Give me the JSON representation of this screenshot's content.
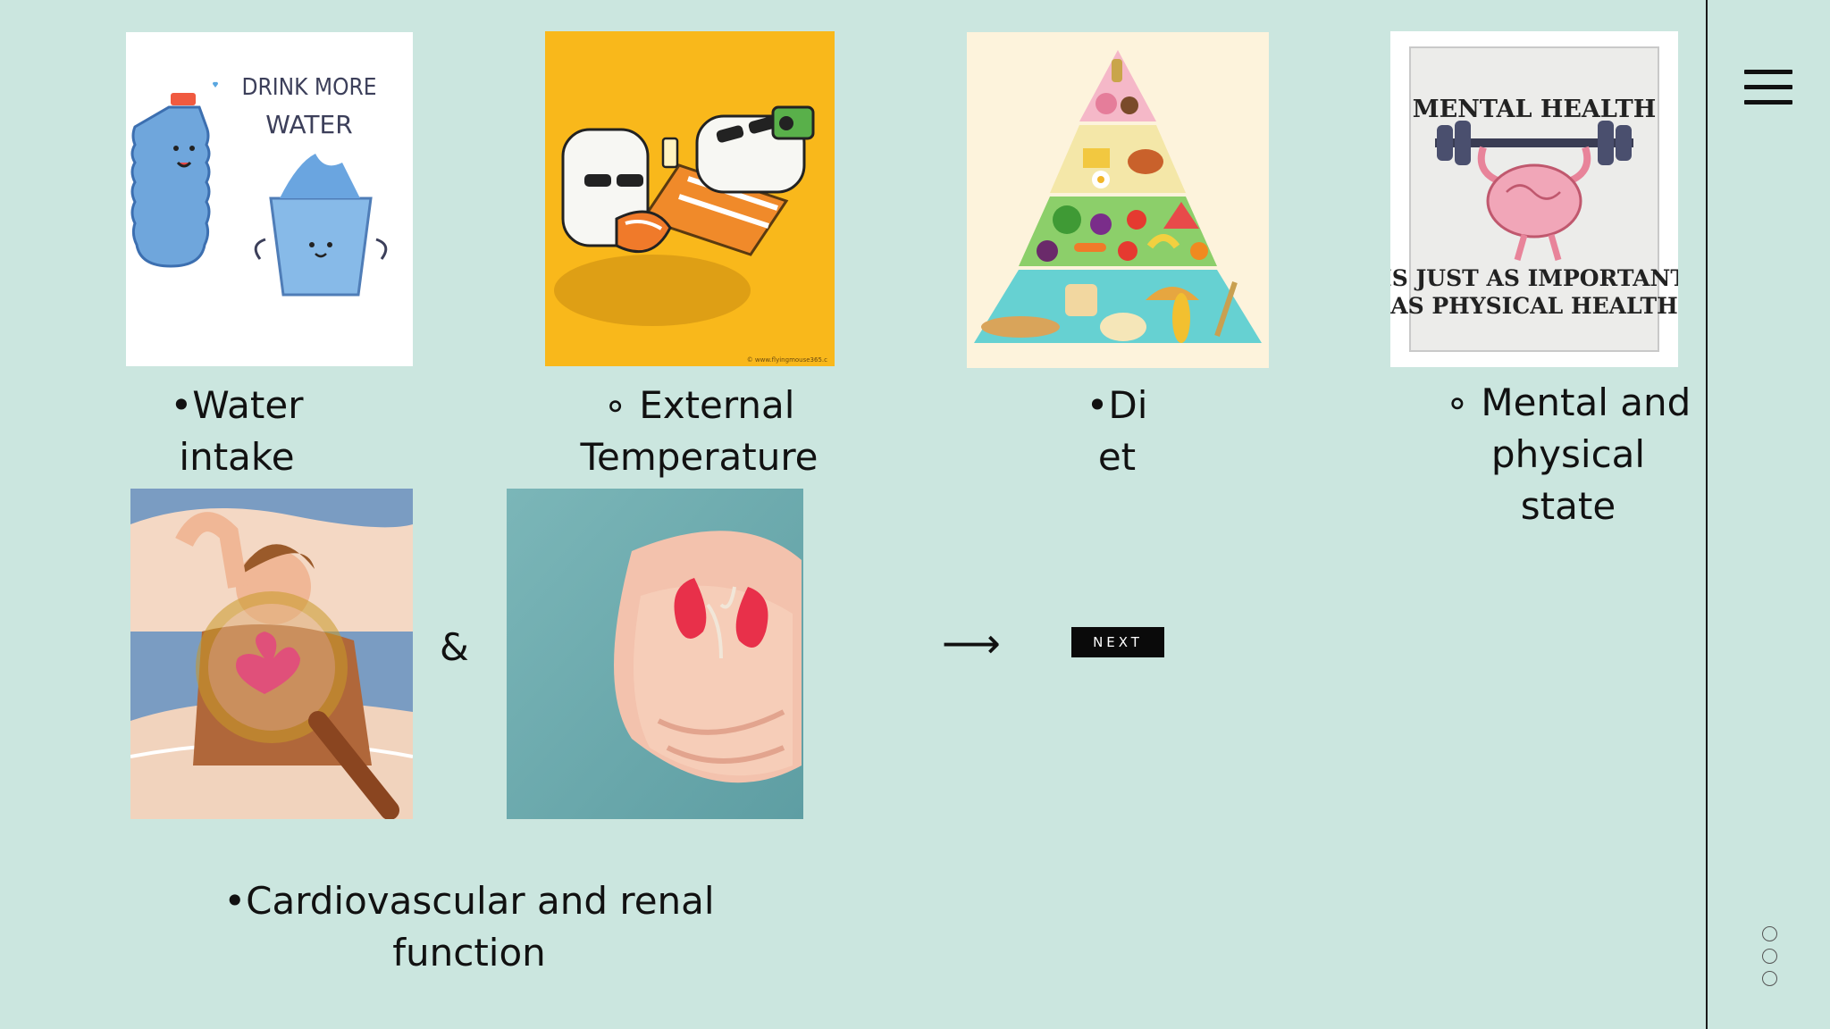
{
  "captions": {
    "water": [
      "•Water",
      "intake"
    ],
    "temperature": [
      "∘ External",
      "Temperature"
    ],
    "diet": [
      "•Di",
      "et"
    ],
    "mental": [
      "∘ Mental and",
      "physical",
      "state"
    ],
    "cardio": [
      "•Cardiovascular and renal",
      "function"
    ]
  },
  "ampersand": "&",
  "arrow": "⟶",
  "next_label": "NEXT",
  "images": {
    "water": {
      "line1": "DRINK MORE",
      "line2": "WATER"
    },
    "mental": {
      "top": "MENTAL HEALTH",
      "bottom1": "IS JUST AS IMPORTANT",
      "bottom2": "AS PHYSICAL HEALTH"
    },
    "temperature": {
      "credit": "© www.flyingmouse365.c"
    }
  },
  "colors": {
    "background": "#cbe6df",
    "button": "#0a0a0a",
    "button_text": "#ffffff"
  },
  "icons": [
    "menu-icon",
    "arrow-right-icon",
    "slide-dot-icon"
  ]
}
